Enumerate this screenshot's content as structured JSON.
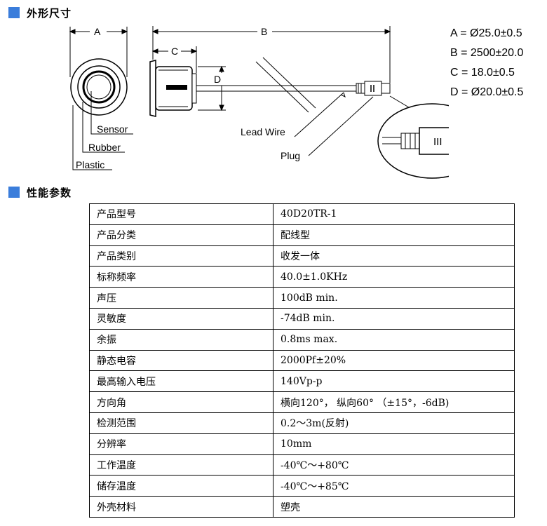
{
  "accent_color": "#3a7ddb",
  "sections": {
    "dimensions_title": "外形尺寸",
    "performance_title": "性能参数"
  },
  "dimensions": [
    {
      "text": "A = Ø25.0±0.5"
    },
    {
      "text": "B = 2500±20.0"
    },
    {
      "text": "C = 18.0±0.5"
    },
    {
      "text": "D = Ø20.0±0.5"
    }
  ],
  "diagram_labels": {
    "a": "A",
    "b": "B",
    "c": "C",
    "d": "D",
    "sensor": "Sensor",
    "rubber": "Rubber",
    "plastic": "Plastic",
    "lead_wire": "Lead Wire",
    "plug": "Plug",
    "plus": "+",
    "minus": "–",
    "connector_mark": "III"
  },
  "specs": [
    {
      "param": "产品型号",
      "value": "40D20TR-1"
    },
    {
      "param": "产品分类",
      "value": "配线型"
    },
    {
      "param": "产品类别",
      "value": "收发一体"
    },
    {
      "param": "标称频率",
      "value": "40.0±1.0KHz"
    },
    {
      "param": "声压",
      "value": "100dB min."
    },
    {
      "param": "灵敏度",
      "value": "-74dB min."
    },
    {
      "param": "余振",
      "value": "0.8ms max."
    },
    {
      "param": "静态电容",
      "value": "2000Pf±20%"
    },
    {
      "param": "最高输入电压",
      "value": "140Vp-p"
    },
    {
      "param": "方向角",
      "value": "横向120°， 纵向60° （±15°，-6dB)"
    },
    {
      "param": "检测范围",
      "value": "0.2～3m(反射)"
    },
    {
      "param": "分辨率",
      "value": "10mm"
    },
    {
      "param": "工作温度",
      "value": "-40℃～+80℃"
    },
    {
      "param": "储存温度",
      "value": "-40℃～+85℃"
    },
    {
      "param": "外壳材料",
      "value": "塑壳"
    }
  ]
}
